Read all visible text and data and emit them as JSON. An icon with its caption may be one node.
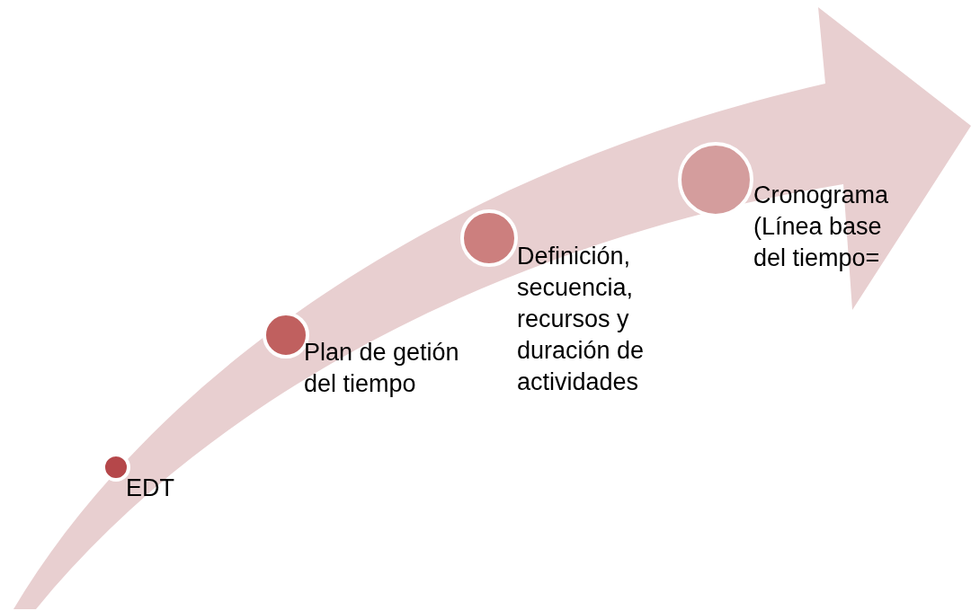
{
  "diagram": {
    "nodes": [
      {
        "text": [],
        "shape": "arrow"
      },
      {
        "text": [],
        "shape": "circle",
        "beside": [
          "EDT"
        ],
        "in": 0
      },
      {
        "text": [],
        "shape": "circle",
        "beside": [
          "Plan de getión del tiempo"
        ],
        "in": 0
      },
      {
        "text": [],
        "shape": "circle",
        "beside": [
          "Definición, secuencia, recursos y duración de actividades"
        ],
        "in": 0
      },
      {
        "text": [],
        "shape": "circle",
        "beside": [
          "Cronograma (Línea base del tiempo="
        ],
        "in": 0
      }
    ],
    "edges": []
  }
}
